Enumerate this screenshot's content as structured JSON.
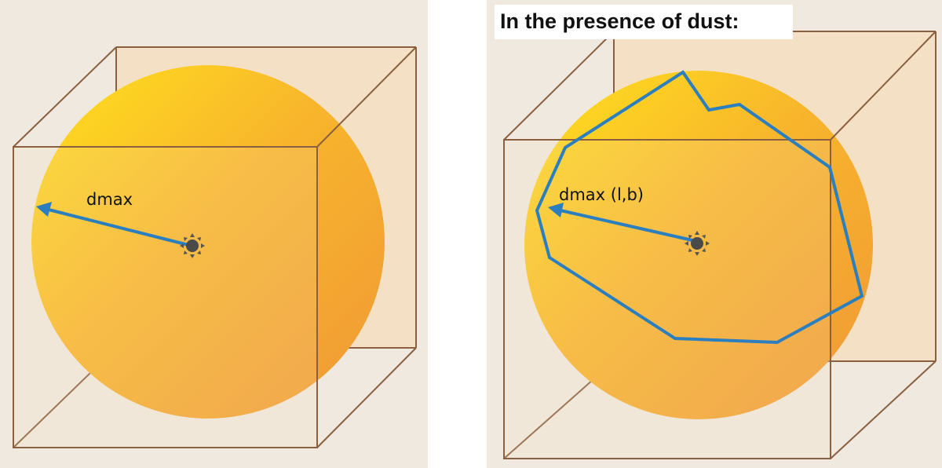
{
  "panels": {
    "left": {
      "label": "dmax"
    },
    "right": {
      "title": "In the presence of dust:",
      "label": "dmax (l,b)"
    }
  },
  "colors": {
    "background": "#efe9df",
    "cube_fill": "#f4dfc1",
    "cube_edge": "#8a6040",
    "sphere_light": "#fdd322",
    "sphere_dark": "#f2a033",
    "arrow": "#2b7fbf",
    "dust_outline": "#2b7fbf",
    "observer": "#555555"
  },
  "icons": {
    "observer": "sun-observer-icon"
  }
}
